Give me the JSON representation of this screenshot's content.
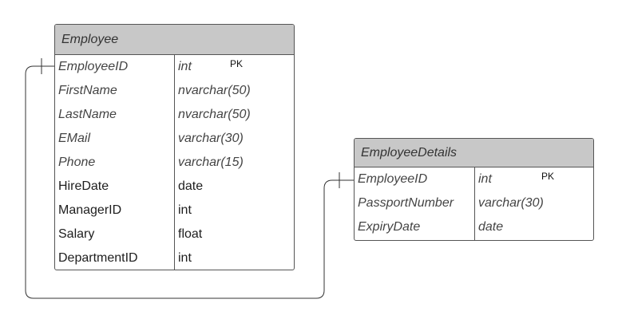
{
  "entities": [
    {
      "name": "Employee",
      "columns": [
        {
          "name": "EmployeeID",
          "type": "int",
          "pk": "PK",
          "italic": true
        },
        {
          "name": "FirstName",
          "type": "nvarchar(50)",
          "pk": "",
          "italic": true
        },
        {
          "name": "LastName",
          "type": "nvarchar(50)",
          "pk": "",
          "italic": true
        },
        {
          "name": "EMail",
          "type": "varchar(30)",
          "pk": "",
          "italic": true
        },
        {
          "name": "Phone",
          "type": "varchar(15)",
          "pk": "",
          "italic": true
        },
        {
          "name": "HireDate",
          "type": "date",
          "pk": "",
          "italic": false
        },
        {
          "name": "ManagerID",
          "type": "int",
          "pk": "",
          "italic": false
        },
        {
          "name": "Salary",
          "type": "float",
          "pk": "",
          "italic": false
        },
        {
          "name": "DepartmentID",
          "type": "int",
          "pk": "",
          "italic": false
        }
      ]
    },
    {
      "name": "EmployeeDetails",
      "columns": [
        {
          "name": "EmployeeID",
          "type": "int",
          "pk": "PK",
          "italic": true
        },
        {
          "name": "PassportNumber",
          "type": "varchar(30)",
          "pk": "",
          "italic": true
        },
        {
          "name": "ExpiryDate",
          "type": "date",
          "pk": "",
          "italic": true
        }
      ]
    }
  ],
  "relationship": {
    "from": "Employee.EmployeeID",
    "to": "EmployeeDetails.EmployeeID",
    "cardinality": "one-to-one"
  }
}
